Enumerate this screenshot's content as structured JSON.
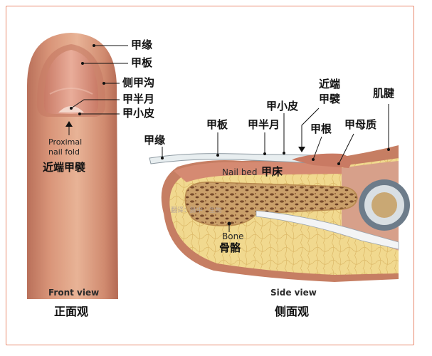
{
  "front_view": {
    "labels": {
      "nail_margin": "甲缘",
      "nail_plate": "甲板",
      "lateral_fold": "侧甲沟",
      "lunula": "甲半月",
      "cuticle": "甲小皮"
    },
    "proximal_en_1": "Proximal",
    "proximal_en_2": "nail fold",
    "proximal_zh": "近端甲襞",
    "caption_en": "Front view",
    "caption_zh": "正面观"
  },
  "side_view": {
    "labels": {
      "nail_margin": "甲缘",
      "nail_plate": "甲板",
      "lunula": "甲半月",
      "cuticle": "甲小皮",
      "proximal_1": "近端",
      "proximal_2": "甲襞",
      "nail_root": "甲根",
      "matrix": "甲母质",
      "tendon": "肌腱"
    },
    "nail_bed_en": "Nail bed",
    "nail_bed_zh": "甲床",
    "bone_en": "Bone",
    "bone_zh": "骨骼",
    "caption_en": "Side view",
    "caption_zh": "侧面观"
  },
  "watermark": "翻译：脉中 · 生物",
  "colors": {
    "frame": "#e98a6f",
    "skin": "#c98267",
    "skin_light": "#e6b9a0",
    "nail": "#e4a593",
    "fat": "#efd691",
    "bone": "#c59a62",
    "line": "#111111"
  }
}
